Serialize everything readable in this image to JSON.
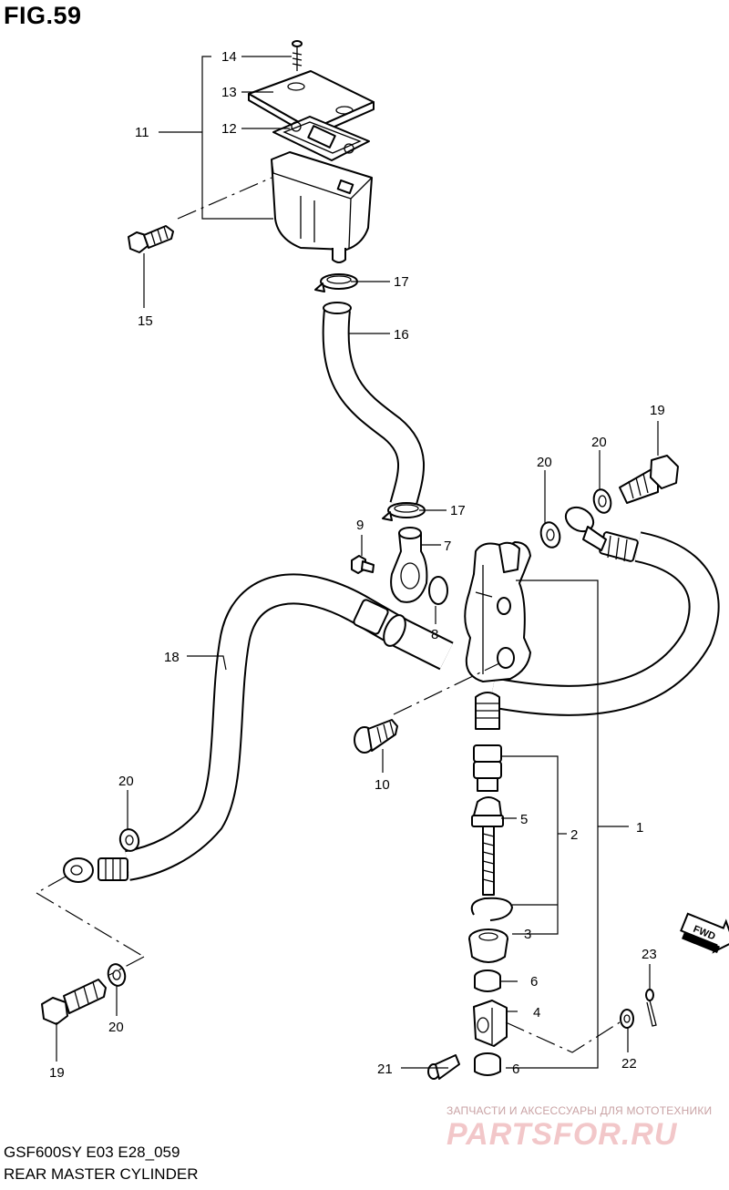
{
  "figure": {
    "title": "FIG.59"
  },
  "callouts": {
    "c1": "1",
    "c2": "2",
    "c3": "3",
    "c4": "4",
    "c5": "5",
    "c6a": "6",
    "c6b": "6",
    "c7": "7",
    "c8": "8",
    "c9": "9",
    "c10": "10",
    "c11": "11",
    "c12": "12",
    "c13": "13",
    "c14": "14",
    "c15": "15",
    "c16": "16",
    "c17a": "17",
    "c17b": "17",
    "c18": "18",
    "c19a": "19",
    "c19b": "19",
    "c20a": "20",
    "c20b": "20",
    "c20c": "20",
    "c20d": "20",
    "c21": "21",
    "c22": "22",
    "c23": "23"
  },
  "fwd_label": "FWD",
  "footer": {
    "model_code": "GSF600SY E03 E28_059",
    "section_name": "REAR MASTER CYLINDER"
  },
  "watermark": {
    "tagline": "ЗАПЧАСТИ И АКСЕССУАРЫ ДЛЯ МОТОТЕХНИКИ",
    "brand": "PARTSFOR.RU"
  }
}
